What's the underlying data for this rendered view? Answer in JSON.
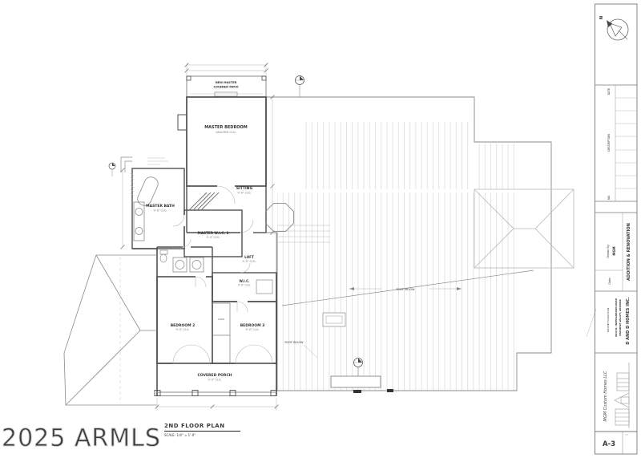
{
  "watermark": "2025 ARMLS",
  "plan": {
    "title": "2ND FLOOR PLAN",
    "scale": "SCALE: 1/4\" = 1'-0\"",
    "rooms": {
      "patio_l1": "NEW MASTER",
      "patio_l2": "COVERED PATIO",
      "master_bedroom": {
        "name": "MASTER BEDROOM",
        "sub": "VAULTED CLG."
      },
      "sitting": {
        "name": "SITTING",
        "sub": "9'-0\" CLG."
      },
      "master_bath": {
        "name": "MASTER BATH",
        "sub": "9'-0\" CLG."
      },
      "master_wic": {
        "name": "MASTER W.I.C. 1",
        "sub": "9'-0\" CLG."
      },
      "loft": {
        "name": "LOFT",
        "sub": "9'-0\" CLG."
      },
      "wic": {
        "name": "W.I.C.",
        "sub": "9'-0\" CLG."
      },
      "bedroom2": {
        "name": "BEDROOM 2",
        "sub": "9'-0\" CLG."
      },
      "bedroom3": {
        "name": "BEDROOM 3",
        "sub": "9'-0\" CLG."
      },
      "linen": "LINEN",
      "porch": {
        "name": "COVERED PORCH",
        "sub": "9'-0\" CLG."
      },
      "roof_below_a": "ROOF BELOW",
      "roof_below_b": "ROOF BELOW"
    }
  },
  "title_block": {
    "north_label": "N",
    "rev_no": "NO.",
    "rev_description": "DESCRIPTION",
    "rev_date": "DATE",
    "project_title": "ADDITION & RENOVATION",
    "drawn_by_label": "Drawn By:",
    "drawn_by_value": "MGM",
    "date_label": "Date:",
    "company": "D AND D HOMES INC.",
    "address1": "9919 N. INVERGORDON ROAD",
    "address2": "PARADISE VALLEY, ARIZONA",
    "sheet_title": "SECOND FLOOR PLAN",
    "logo": "MGM Custom Homes LLC",
    "sheet_number": "A-3"
  }
}
